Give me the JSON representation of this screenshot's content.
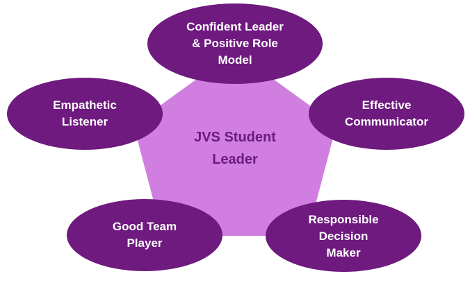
{
  "diagram": {
    "center": {
      "lines": [
        "JVS Student",
        "Leader"
      ]
    },
    "nodes": [
      {
        "id": "top",
        "lines": [
          "Confident Leader",
          "& Positive Role",
          "Model"
        ]
      },
      {
        "id": "left",
        "lines": [
          "Empathetic",
          "Listener"
        ]
      },
      {
        "id": "right",
        "lines": [
          "Effective",
          "Communicator"
        ]
      },
      {
        "id": "bottom-left",
        "lines": [
          "Good Team",
          "Player"
        ]
      },
      {
        "id": "bottom-right",
        "lines": [
          "Responsible",
          "Decision",
          "Maker"
        ]
      }
    ]
  },
  "colors": {
    "pentagon_fill": "#d07fe0",
    "node_fill": "#6e1a7e",
    "node_text": "#ffffff",
    "center_text": "#6a1a7a"
  }
}
